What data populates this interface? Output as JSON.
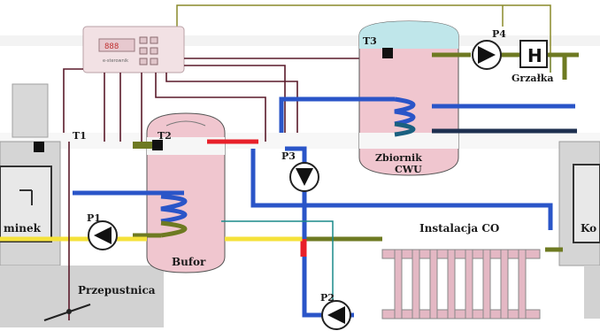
{
  "controller": {
    "brand": "e-sterownik"
  },
  "labels": {
    "kominek": "minek",
    "bufor": "Bufor",
    "zbiornik": "Zbiornik",
    "cwu": "CWU",
    "instalacja": "Instalacja CO",
    "grzalka": "Grzałka",
    "przepustnica": "Przepustnica",
    "kociol": "Ko"
  },
  "pumps": {
    "p1": "P1",
    "p2": "P2",
    "p3": "P3",
    "p4": "P4"
  },
  "sensors": {
    "t1": "T1",
    "t2": "T2",
    "t3": "T3"
  },
  "heater_symbol": "H",
  "colors": {
    "hot": "#e8202a",
    "cold": "#2a55c8",
    "return": "#1e3f8c",
    "yellow": "#f5e23a",
    "olive": "#8a8a2a",
    "wire": "#5a1a2a",
    "tank_top_cyan": "#bfe6ea",
    "tank_bottom_pink": "#f0c6cf",
    "radiator": "#e4b8c4",
    "gray_device": "#cfcfcf"
  }
}
